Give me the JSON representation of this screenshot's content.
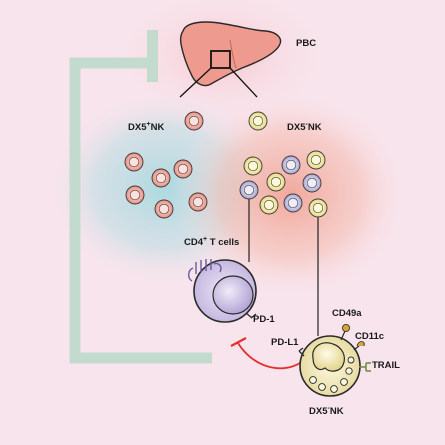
{
  "labels": {
    "pbc": "PBC",
    "dx5_pos_nk": "DX5",
    "dx5_pos_sup": "+",
    "dx5_pos_suffix": "NK",
    "dx5_neg_nk": "DX5",
    "dx5_neg_sup": "-",
    "dx5_neg_suffix": "NK",
    "cd4_t_cells": "CD4",
    "cd4_sup": "+",
    "cd4_suffix": " T cells",
    "pd1": "PD-1",
    "pdl1": "PD-L1",
    "cd49a": "CD49a",
    "cd11c": "CD11c",
    "trail": "TRAIL",
    "dx5_neg_nk_bottom": "DX5",
    "dx5_neg_bottom_sup": "-",
    "dx5_neg_bottom_suffix": "NK"
  },
  "colors": {
    "background": "#f8e4ec",
    "liver": "#ef9a8e",
    "liver_outline": "#2a2a2a",
    "feedback_bar": "#c3dbcf",
    "dx5_pos_cell": "#f2a79b",
    "dx5_neg_cell_yellow": "#f2eca3",
    "dx5_neg_cell_purple": "#c9c5e2",
    "t_cell": "#c9bce2",
    "nk_cell": "#efe7b7",
    "inhibition_arrow": "#e53030",
    "blue_glow": "#b3dce0",
    "salmon_glow": "#f3b0a5"
  }
}
